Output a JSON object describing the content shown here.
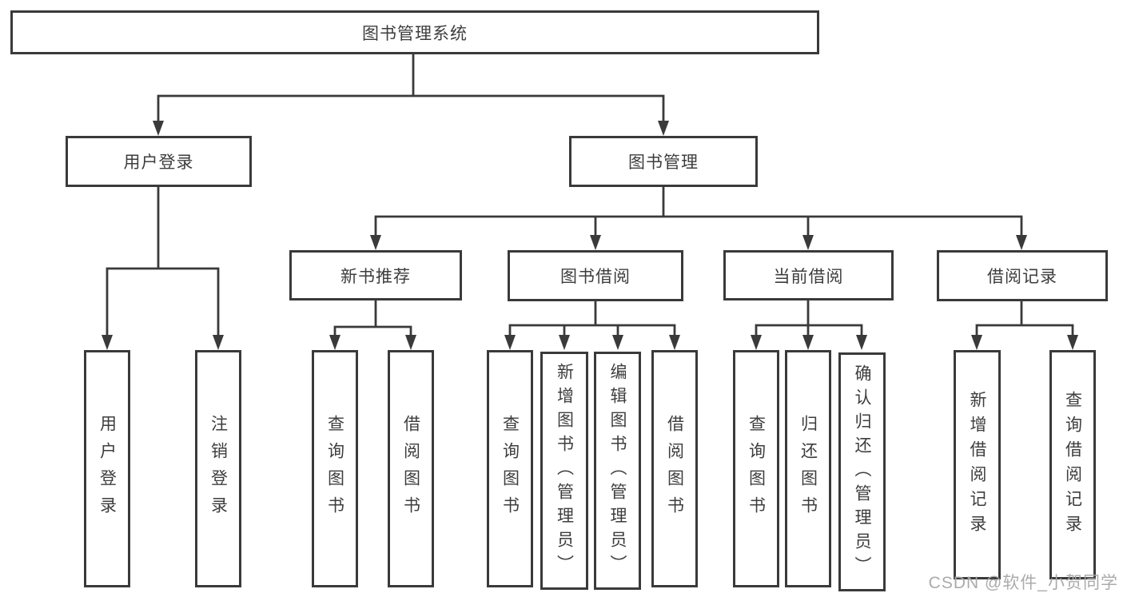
{
  "diagram": {
    "root": {
      "label": "图书管理系统"
    },
    "branches": [
      {
        "label": "用户登录",
        "children": [
          "用户登录",
          "注销登录"
        ]
      },
      {
        "label": "图书管理",
        "children": [
          {
            "label": "新书推荐",
            "children": [
              "查询图书",
              "借阅图书"
            ]
          },
          {
            "label": "图书借阅",
            "children": [
              "查询图书",
              "新增图书（管理员）",
              "编辑图书（管理员）",
              "借阅图书"
            ]
          },
          {
            "label": "当前借阅",
            "children": [
              "查询图书",
              "归还图书",
              "确认归还（管理员）"
            ]
          },
          {
            "label": "借阅记录",
            "children": [
              "新增借阅记录",
              "查询借阅记录"
            ]
          }
        ]
      }
    ],
    "colors": {
      "line": "#3a3a3a",
      "text": "#3d3d3d",
      "background": "#ffffff",
      "watermark": "#a6a6a6"
    }
  },
  "watermark": "CSDN @软件_小贺同学"
}
